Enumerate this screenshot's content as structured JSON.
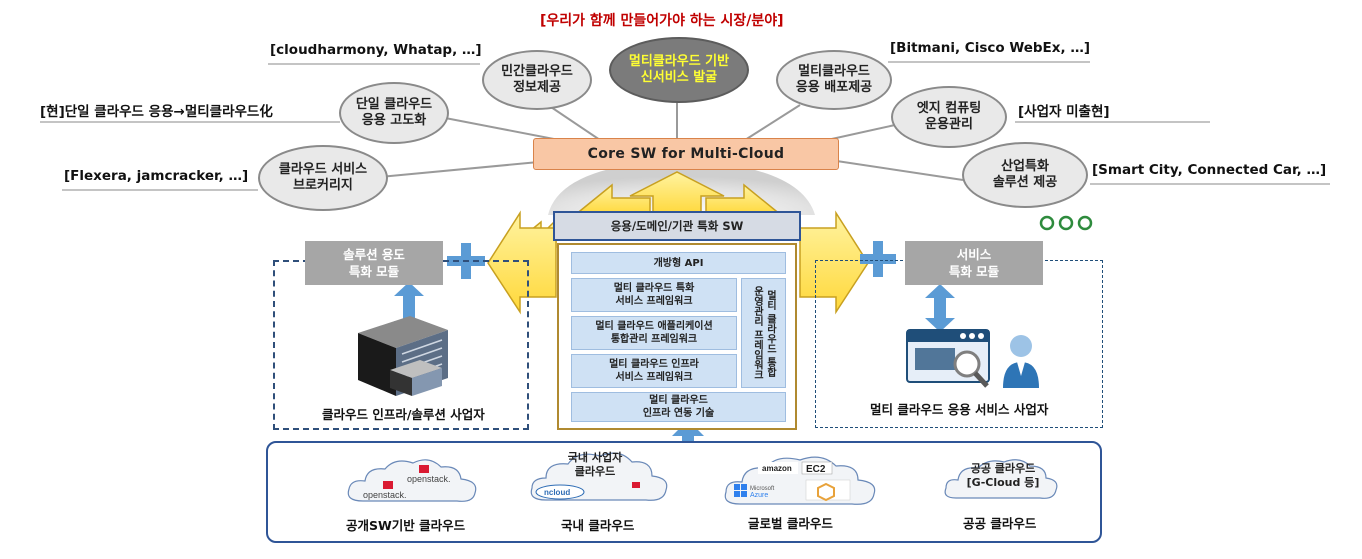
{
  "title_red": "[우리가 함께 만들어가야 하는 시장/분야]",
  "center_bubble": "멀티클라우드 기반\n신서비스 발굴",
  "bubbles": [
    {
      "id": "private-cloud",
      "label": "민간클라우드\n정보제공"
    },
    {
      "id": "single-cloud",
      "label": "단일 클라우드\n응용 고도화"
    },
    {
      "id": "brokerage",
      "label": "클라우드 서비스\n브로커리지"
    },
    {
      "id": "multi-deploy",
      "label": "멀티클라우드\n응용 배포제공"
    },
    {
      "id": "edge",
      "label": "엣지 컴퓨팅\n운용관리"
    },
    {
      "id": "industry",
      "label": "산업특화\n솔루션 제공"
    }
  ],
  "notes": {
    "cloudharmony": "[cloudharmony, Whatap, …]",
    "single_to_multi": "[현]단일 클라우드 응용→멀티클라우드化",
    "flexera": "[Flexera, jamcracker, …]",
    "bitmani": "[Bitmani, Cisco WebEx, …]",
    "operator": "[사업자 미출현]",
    "smart_city": "[Smart City, Connected Car, …]"
  },
  "core_sw": "Core SW for Multi-Cloud",
  "ellipsis_circles": "ooo",
  "sw_header": "응용/도메인/기관 특화 SW",
  "frameworks": {
    "open_api": "개방형 API",
    "service_fw": "멀티 클라우드 특화\n서비스 프레임워크",
    "app_fw": "멀티 클라우드 애플리케이션\n통합관리 프레임워크",
    "infra_fw": "멀티 클라우드 인프라\n서비스 프레임워크",
    "infra_link": "멀티 클라우드\n인프라 연동 기술",
    "vertical": "멀티 클라우드 통합\n운영관리 프레임워크"
  },
  "left_module": "솔루션 용도\n특화 모듈",
  "right_module": "서비스\n특화 모듈",
  "left_caption": "클라우드 인프라/솔루션 사업자",
  "right_caption": "멀티 클라우드 응용 서비스 사업자",
  "clouds": {
    "openstack": "openstack.",
    "domestic_provider": "국내 사업자\n클라우드",
    "amazon": "amazon",
    "ec2": "EC2",
    "microsoft_azure": "Microsoft\nAzure",
    "public_cloud": "공공 클라우드\n[G-Cloud 등]"
  },
  "cloud_captions": [
    "공개SW기반 클라우드",
    "국내 클라우드",
    "글로벌 클라우드",
    "공공 클라우드"
  ],
  "colors": {
    "accent_blue": "#2f5597",
    "arrow_yellow": "#ffe15a",
    "core_orange": "#f9c7a5",
    "note_red": "#c00000"
  }
}
